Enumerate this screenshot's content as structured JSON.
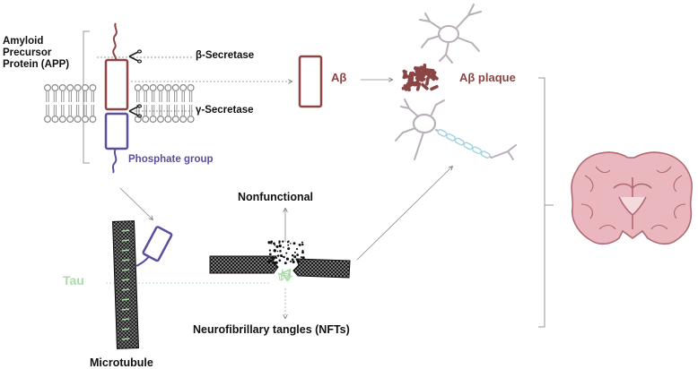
{
  "labels": {
    "app_line1": "Amyloid",
    "app_line2": "Precursor",
    "app_line3": "Protein (APP)",
    "beta_secretase": "β-Secretase",
    "gamma_secretase": "γ-Secretase",
    "phosphate_group": "Phosphate group",
    "abeta": "Aβ",
    "abeta_plaque": "Aβ plaque",
    "nonfunctional": "Nonfunctional",
    "tau": "Tau",
    "nfts": "Neurofibrillary tangles  (NFTs)",
    "microtubule": "Microtubule"
  },
  "colors": {
    "amyloid": "#8b4545",
    "phosphate": "#5a4f9b",
    "tau": "#a9dca6",
    "membrane": "#8a8a8a",
    "neuron": "#b8b0b8",
    "axon_bead": "#9fd3e0",
    "brain_fill": "#e9b7bd",
    "brain_line": "#b06a74",
    "microtubule": "#222222"
  },
  "icons": [
    "scissors-icon",
    "neuron-icon",
    "brain-icon"
  ]
}
